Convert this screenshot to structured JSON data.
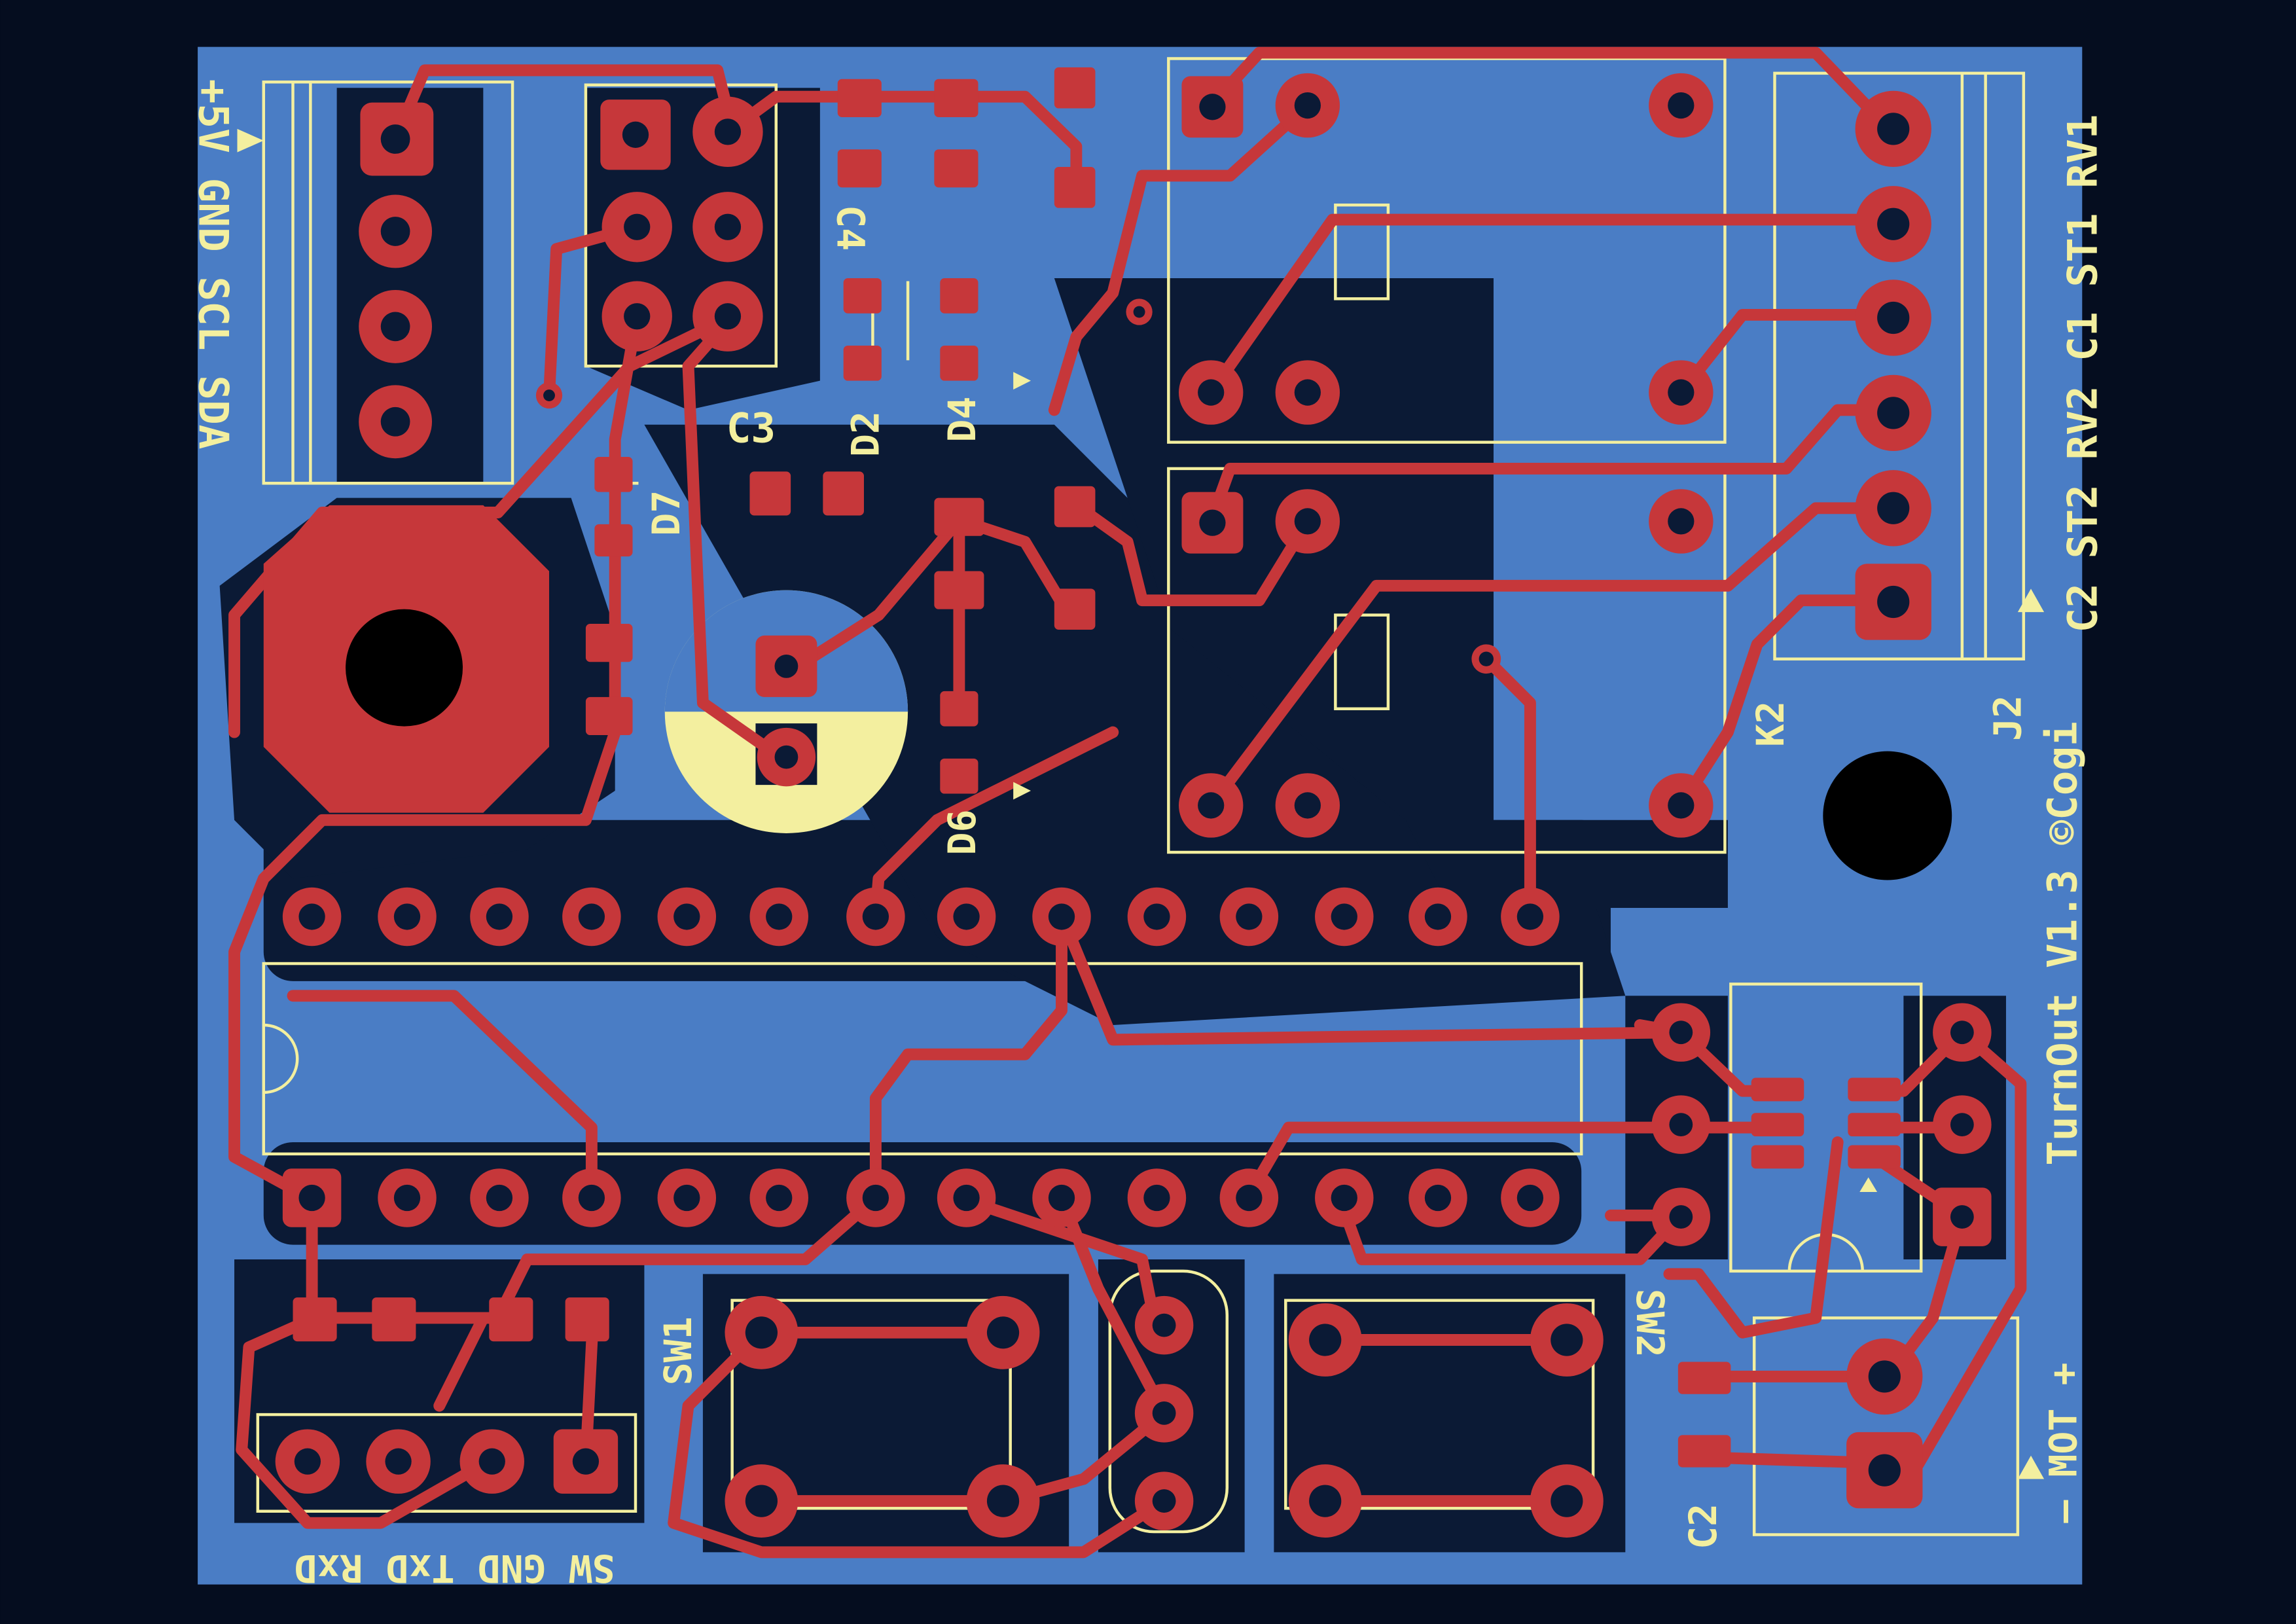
{
  "colors": {
    "background": "#050d1f",
    "board": "#4a7dc5",
    "copper_fill_clearance": "#0b1a35",
    "copper": "#c6373a",
    "silkscreen": "#f3ef9f",
    "drill": "#000000"
  },
  "labels": {
    "j1_pins": "+5V GND SCL SDA",
    "serial_pins": "SW GND TxD RxD",
    "right_pins": "C2 ST2 RV2 C1 ST1 RV1",
    "motor_pins": "– MOT +",
    "version": "TurnOut V1.3 ©Cogi"
  },
  "refdes": {
    "c3": "C3",
    "c4": "C4",
    "d2": "D2",
    "d4": "D4",
    "d6": "D6",
    "d7": "D7",
    "k2": "K2",
    "j2": "J2",
    "sw1": "SW1",
    "sw2": "SW2",
    "c2": "C2"
  }
}
